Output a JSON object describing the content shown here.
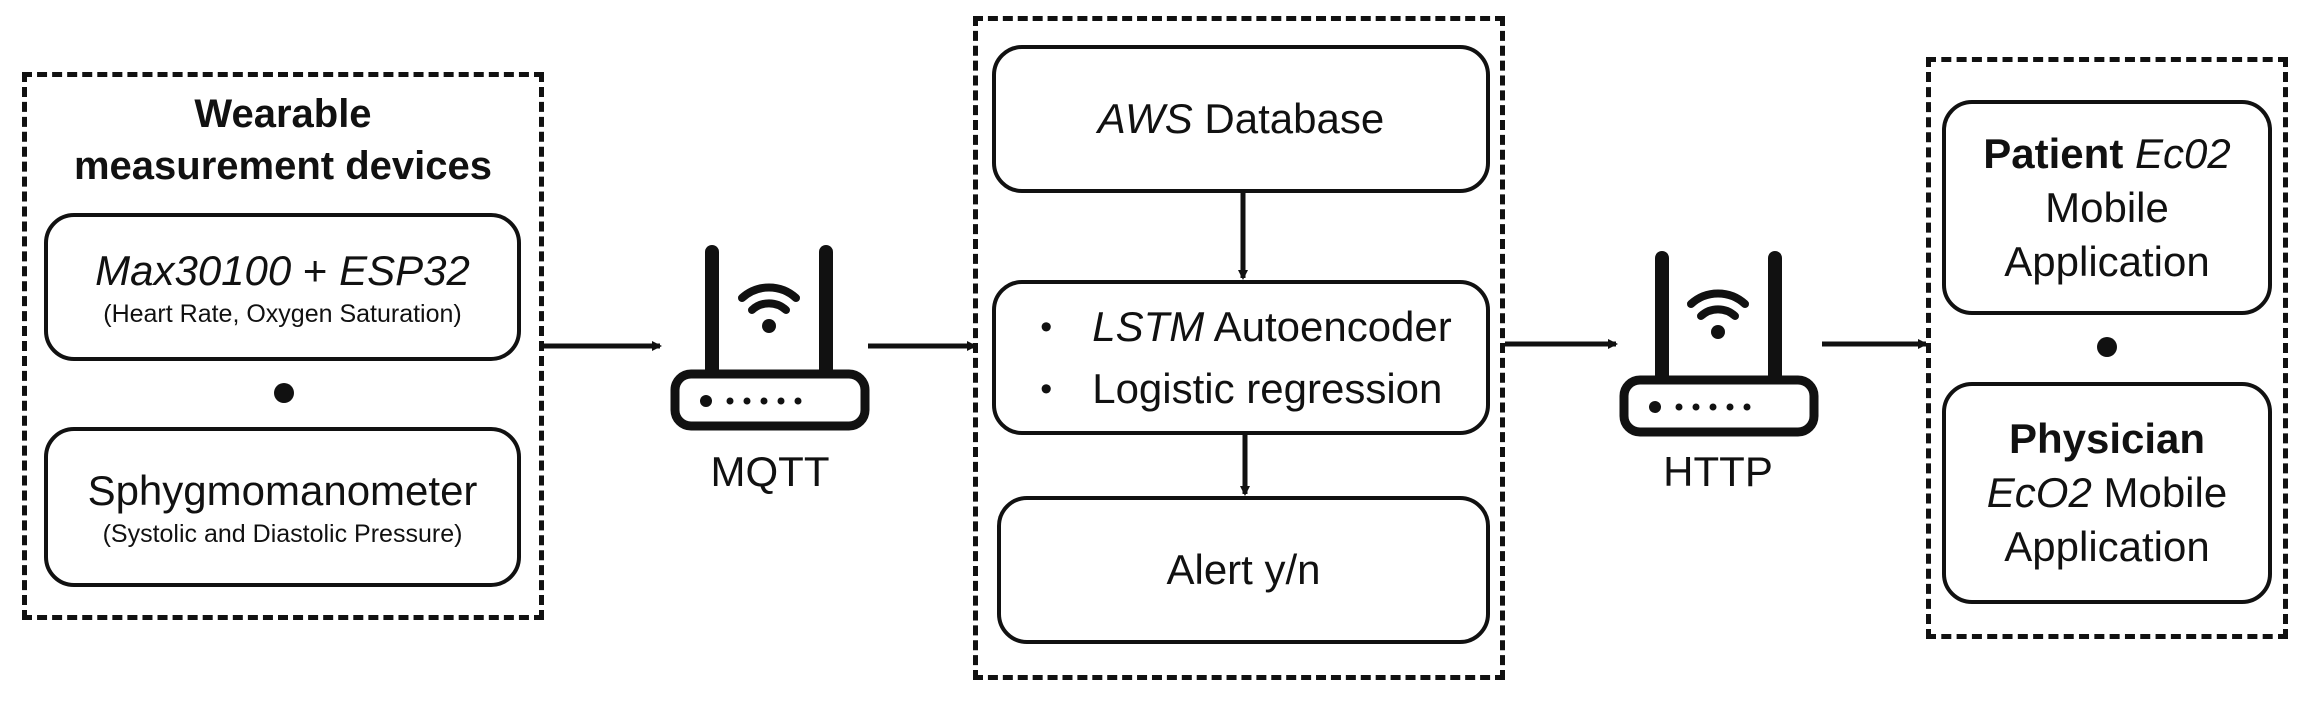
{
  "devices": {
    "title_line1": "Wearable",
    "title_line2": "measurement devices",
    "sensor": {
      "name_a": "Max30100",
      "plus": " + ",
      "name_b": "ESP32",
      "detail": "(Heart Rate, Oxygen Saturation)"
    },
    "bp": {
      "name": "Sphygmomanometer",
      "detail": "(Systolic and Diastolic Pressure)"
    }
  },
  "router_left": {
    "label": "MQTT",
    "icon": "wifi-router-icon"
  },
  "cloud": {
    "db": {
      "prefix": "AWS",
      "suffix": " Database"
    },
    "models": {
      "item1_prefix": "LSTM",
      "item1_suffix": " Autoencoder",
      "item2": "Logistic regression"
    },
    "alert": "Alert y/n"
  },
  "router_right": {
    "label": "HTTP",
    "icon": "wifi-router-icon"
  },
  "apps": {
    "patient": {
      "bold": "Patient",
      "italic": "Ec02",
      "line2": "Mobile",
      "line3": "Application"
    },
    "physician": {
      "bold": "Physician",
      "italic": "EcO2",
      "rest": " Mobile",
      "line3": "Application"
    }
  }
}
